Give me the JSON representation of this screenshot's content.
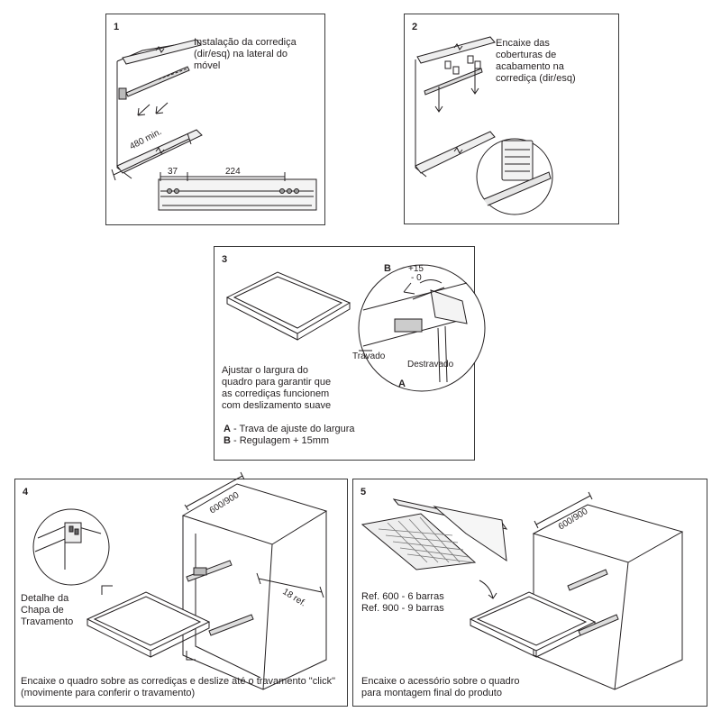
{
  "panel1": {
    "number": "1",
    "text": [
      "Instalação da corrediça",
      "(dir/esq) na  lateral  do",
      "móvel"
    ],
    "dim_min": "480 min.",
    "dim_a": "37",
    "dim_b": "224"
  },
  "panel2": {
    "number": "2",
    "text": [
      "Encaixe das",
      "coberturas de",
      "acabamento na",
      "corrediça (dir/esq)"
    ]
  },
  "panel3": {
    "number": "3",
    "label_b": "B",
    "label_a": "A",
    "plus15": "+15",
    "zero": "- 0",
    "travado": "Travado",
    "destravado": "Destravado",
    "text": [
      "Ajustar o largura do",
      "quadro para garantir  que",
      "as corrediças  funcionem",
      "com deslizamento suave"
    ],
    "legend": [
      {
        "key": "A",
        "text": " - Trava de ajuste do largura"
      },
      {
        "key": "B",
        "text": " - Regulagem + 15mm"
      }
    ]
  },
  "panel4": {
    "number": "4",
    "dim": "600/900",
    "ref": "18 ref.",
    "detail": [
      "Detalhe da",
      "Chapa de",
      "Travamento"
    ],
    "caption": [
      "Encaixe o quadro sobre as corrediças e deslize até o travamento \"click\"",
      "(movimente para conferir o travamento)"
    ]
  },
  "panel5": {
    "number": "5",
    "dim": "600/900",
    "refs": [
      "Ref. 600 - 6 barras",
      "Ref. 900 - 9 barras"
    ],
    "caption": [
      "Encaixe o acessório sobre o quadro",
      "para montagem final do produto"
    ]
  }
}
